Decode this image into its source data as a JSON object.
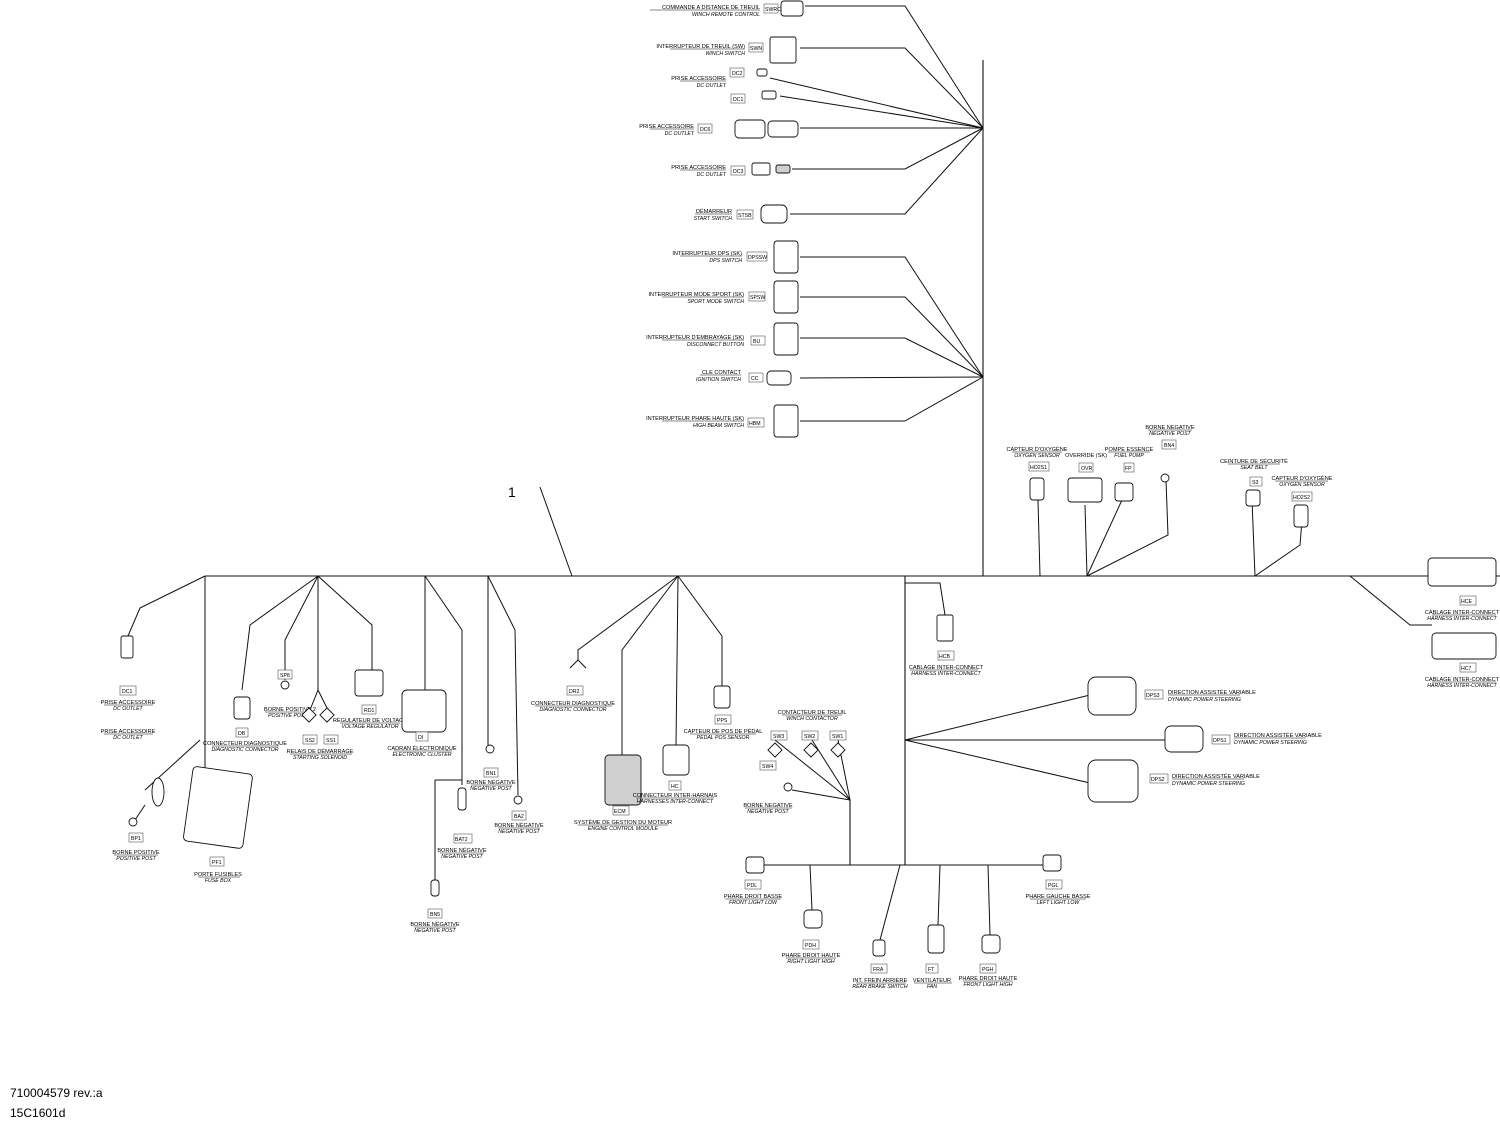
{
  "callout": "1",
  "footer": {
    "part_number": "710004579 rev.:a",
    "drawing_code": "15C1601d"
  },
  "components": {
    "SWRC": {
      "fr": "COMMANDE A DISTANCE DE TREUIL",
      "en": "WINCH REMOTE CONTROL",
      "code": "SWRC"
    },
    "SWN": {
      "fr": "INTERRUPTEUR DE TREUIL (SW)",
      "en": "WINCH SWITCH",
      "code": "SWN"
    },
    "DC2": {
      "fr": "PRISE ACCESSOIRE",
      "en": "DC OUTLET",
      "code": "DC2"
    },
    "DC1t": {
      "code": "DC1"
    },
    "DC6": {
      "fr": "PRISE ACCESSOIRE",
      "en": "DC OUTLET",
      "code": "DC6"
    },
    "DC3": {
      "fr": "PRISE ACCESSOIRE",
      "en": "DC OUTLET",
      "code": "DC3"
    },
    "STSB": {
      "fr": "DÉMARREUR",
      "en": "START SWITCH",
      "code": "STSB"
    },
    "DPSSW": {
      "fr": "INTERRUPTEUR DPS (SK)",
      "en": "DPS SWITCH",
      "code": "DPSSW"
    },
    "SPSW": {
      "fr": "INTERRUPTEUR MODE SPORT (SK)",
      "en": "SPORT MODE SWITCH",
      "code": "SPSW"
    },
    "BU": {
      "fr": "INTERRUPTEUR D'EMBRAYAGE (SK)",
      "en": "DISCONNECT BUTTON",
      "code": "BU"
    },
    "CC": {
      "fr": "CLE CONTACT",
      "en": "IGNITION SWITCH",
      "code": "CC"
    },
    "HBM": {
      "fr": "INTERRUPTEUR PHARE HAUTE (SK)",
      "en": "HIGH BEAM SWITCH",
      "code": "HBM"
    },
    "HO2S1": {
      "fr": "CAPTEUR D'OXYGÈNE",
      "en": "OXYGEN SENSOR",
      "code": "HO2S1"
    },
    "OVR": {
      "fr": "OVERRIDE (SK)",
      "code": "OVR"
    },
    "FP": {
      "fr": "POMPE ESSENCE",
      "en": "FUEL PUMP",
      "code": "FP"
    },
    "BN4": {
      "fr": "BORNE NEGATIVE",
      "en": "NEGATIVE POST",
      "code": "BN4"
    },
    "S3": {
      "fr": "CEINTURE DE SÉCURITÉ",
      "en": "SEAT BELT",
      "code": "S3"
    },
    "HO2S2": {
      "fr": "CAPTEUR D'OXYGÈNE",
      "en": "OXYGEN SENSOR",
      "code": "HO2S2"
    },
    "HCE": {
      "fr": "CABLAGE INTER-CONNECT",
      "en": "HARNESS INTER-CONNECT",
      "code": "HCE"
    },
    "HC7": {
      "fr": "CABLAGE INTER-CONNECT",
      "en": "HARNESS INTER-CONNECT",
      "code": "HC7"
    },
    "HCB": {
      "fr": "CABLAGE INTER-CONNECT",
      "en": "HARNESS INTER-CONNECT",
      "code": "HCB"
    },
    "DPS3": {
      "fr": "DIRECTION ASSISTÉE VARIABLE",
      "en": "DYNAMIC POWER STEERING",
      "code": "DPS3"
    },
    "DPS1": {
      "fr": "DIRECTION ASSISTÉE VARIABLE",
      "en": "DYNAMIC POWER STEERING",
      "code": "DPS1"
    },
    "DPS2": {
      "fr": "DIRECTION ASSISTÉE VARIABLE",
      "en": "DYNAMIC POWER STEERING",
      "code": "DPS2"
    },
    "DC1": {
      "fr": "PRISE ACCESSOIRE",
      "en": "DC OUTLET",
      "code": "DC1"
    },
    "DC1b": {
      "fr": "PRISE ACCESSOIRE",
      "en": "DC OUTLET"
    },
    "BP1": {
      "fr": "BORNE POSITIVE",
      "en": "POSITIVE POST",
      "code": "BP1"
    },
    "PF1": {
      "fr": "PORTE FUSIBLES",
      "en": "FUSE BOX",
      "code": "PF1"
    },
    "DB": {
      "fr": "CONNECTEUR DIAGNOSTIQUE",
      "en": "DIAGNOSTIC CONNECTOR",
      "code": "DB"
    },
    "SP8": {
      "fr": "BORNE POSITIVE 2",
      "en": "POSITIVE POST 2",
      "code": "SP8"
    },
    "SS": {
      "fr": "RELAIS DE DÉMARRAGE",
      "en": "STARTING SOLENOID",
      "code_a": "SS2",
      "code_b": "SS1"
    },
    "RD1": {
      "fr": "RÉGULATEUR DE VOLTAGE",
      "en": "VOLTAGE REGULATOR",
      "code": "RD1"
    },
    "DI": {
      "fr": "CADRAN ÉLECTRONIQUE",
      "en": "ELECTRONIC CLUSTER",
      "code": "DI"
    },
    "BN1": {
      "fr": "BORNE NÉGATIVE",
      "en": "NEGATIVE POST",
      "code": "BN1"
    },
    "BAT2": {
      "fr": "BORNE NÉGATIVE",
      "en": "NEGATIVE POST",
      "code": "BAT2"
    },
    "BA2": {
      "fr": "BORNE NÉGATIVE",
      "en": "NEGATIVE POST",
      "code": "BA2"
    },
    "BN5": {
      "fr": "BORNE NÉGATIVE",
      "en": "NEGATIVE POST",
      "code": "BN5"
    },
    "DR2": {
      "fr": "CONNECTEUR DIAGNOSTIQUE",
      "en": "DIAGNOSTIC CONNECTOR",
      "code": "DR2"
    },
    "ECM": {
      "fr": "SYSTÈME DE GESTION DU MOTEUR",
      "en": "ENGINE CONTROL MODULE",
      "code": "ECM"
    },
    "HC": {
      "fr": "CONNECTEUR INTER-HARNAIS",
      "en": "HARNESSES INTER-CONNECT",
      "code": "HC"
    },
    "PPS": {
      "fr": "CAPTEUR DE POS DE PÉDAL",
      "en": "PEDAL POS SENSOR",
      "code": "PPS"
    },
    "WC": {
      "fr": "CONTACTEUR DE TREUIL",
      "en": "WINCH CONTACTOR",
      "code_a": "SW3",
      "code_b": "SW2",
      "code_c": "SW1"
    },
    "SW4": {
      "fr": "BORNE NEGATIVE",
      "en": "NEGATIVE POST",
      "code": "SW4"
    },
    "PDL": {
      "fr": "PHARE DROIT BASSE",
      "en": "FRONT LIGHT LOW",
      "code": "PDL"
    },
    "PDH": {
      "fr": "PHARE DROIT HAUTE",
      "en": "RIGHT LIGHT HIGH",
      "code": "PDH"
    },
    "FRA": {
      "fr": "INT. FREIN ARRIERE",
      "en": "REAR BRAKE SWITCH",
      "code": "FRA"
    },
    "FT": {
      "fr": "VENTILATEUR",
      "en": "FAN",
      "code": "FT"
    },
    "PGH": {
      "fr": "PHARE DROIT HAUTE",
      "en": "FRONT LIGHT HIGH",
      "code": "PGH"
    },
    "PGL": {
      "fr": "PHARE GAUCHE BASSE",
      "en": "LEFT LIGHT LOW",
      "code": "PGL"
    }
  }
}
